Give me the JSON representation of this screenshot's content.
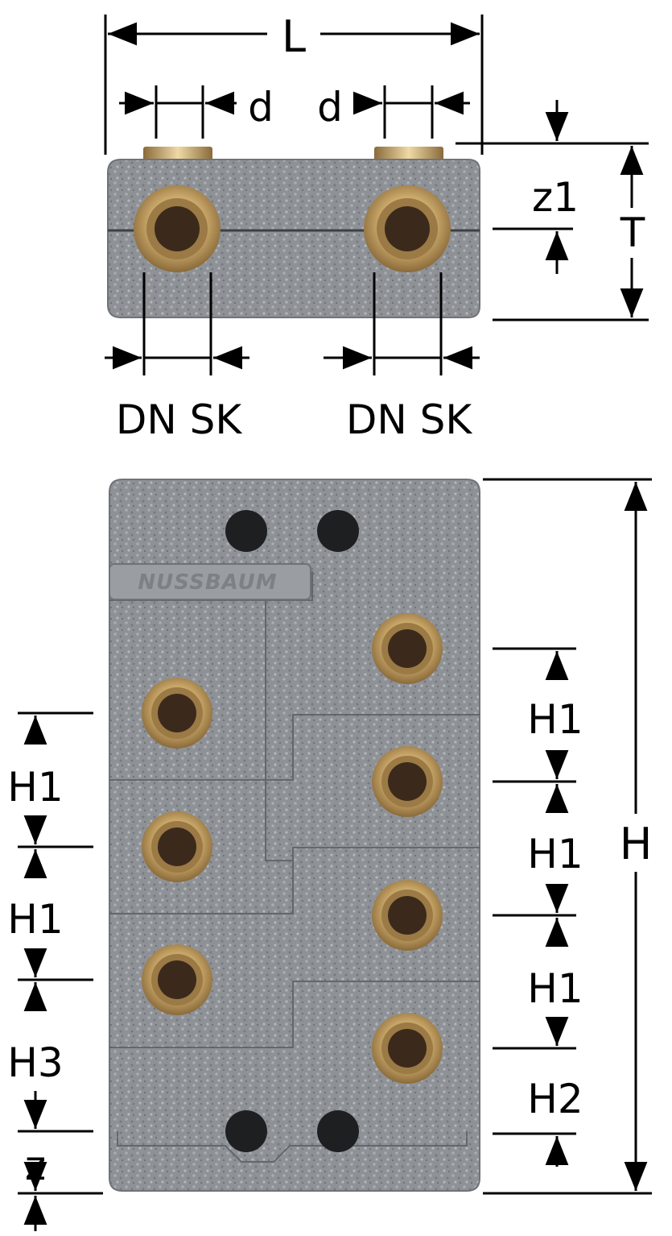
{
  "labels": {
    "length": "L",
    "diameter_left": "d",
    "diameter_right": "d",
    "offset_z1": "z1",
    "depth": "T",
    "dn_sk_left": "DN SK",
    "dn_sk_right": "DN SK",
    "height": "H",
    "left_h1_upper": "H1",
    "left_h1_lower": "H1",
    "left_h3": "H3",
    "left_z": "z",
    "right_h1_top": "H1",
    "right_h1_middle": "H1",
    "right_h1_bottom": "H1",
    "right_h2": "H2"
  },
  "brand": "NUSSBAUM",
  "colors": {
    "insulation": "#8e9297",
    "insulation_dark": "#6f7378",
    "brass": "#c9a769",
    "brass_dark": "#8a6a3a",
    "pipe_inner": "#3b2a1c",
    "line": "#000000"
  }
}
